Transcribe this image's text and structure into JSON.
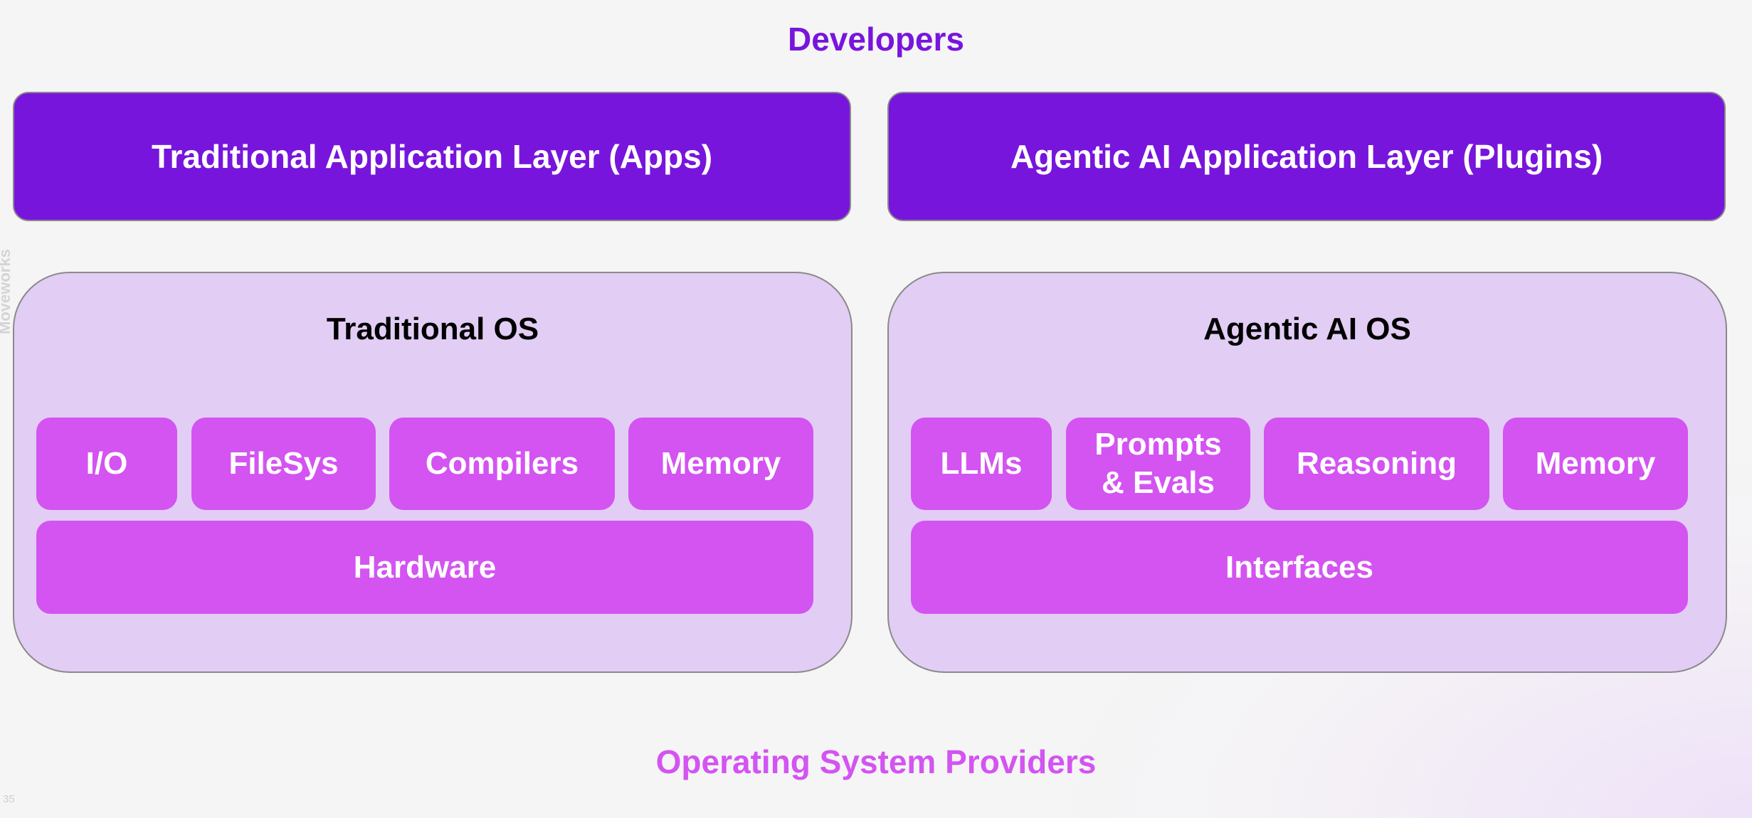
{
  "header": {
    "top": "Developers",
    "bottom": "Operating System Providers"
  },
  "left": {
    "app_layer": "Traditional Application Layer (Apps)",
    "os_title": "Traditional OS",
    "components": [
      "I/O",
      "FileSys",
      "Compilers",
      "Memory"
    ],
    "base": "Hardware"
  },
  "right": {
    "app_layer": "Agentic AI Application Layer (Plugins)",
    "os_title": "Agentic AI OS",
    "components": [
      "LLMs",
      "Prompts\n& Evals",
      "Reasoning",
      "Memory"
    ],
    "base": "Interfaces"
  },
  "watermark": "Moveworks",
  "page_number": "35",
  "colors": {
    "app_layer": "#7815dc",
    "component": "#d354f1",
    "os_box": "#e2cdf5",
    "header_top": "#7815dc",
    "header_bottom": "#d354f1"
  }
}
